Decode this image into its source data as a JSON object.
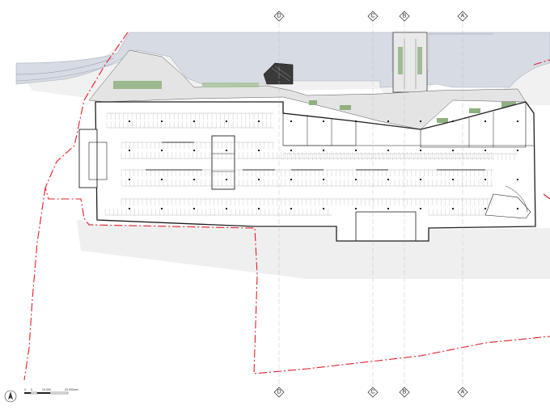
{
  "plan": {
    "section_markers": [
      {
        "id": "marker-d",
        "letter": "D"
      },
      {
        "id": "marker-c",
        "letter": "C"
      },
      {
        "id": "marker-b",
        "letter": "B"
      },
      {
        "id": "marker-a",
        "letter": "A"
      }
    ],
    "scale_bar": {
      "labels": [
        "0",
        "5",
        "10.000",
        "20.000mm"
      ]
    },
    "north_arrow": {
      "label": ""
    },
    "colors": {
      "boundary": "#e0202a",
      "water": "#d6dbe4",
      "ground": "#ececec",
      "landscape": "#8fb07f",
      "linework": "#2a2a2a"
    }
  }
}
